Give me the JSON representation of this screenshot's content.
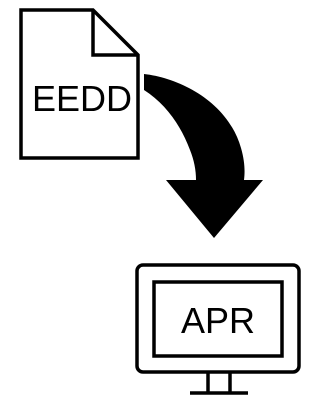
{
  "diagram": {
    "source": {
      "label": "EEDD",
      "icon": "document-icon"
    },
    "flow": {
      "icon": "curved-arrow-down-icon",
      "direction": "source-to-target"
    },
    "target": {
      "label": "APR",
      "icon": "monitor-icon"
    },
    "colors": {
      "stroke": "#000000",
      "fill": "#ffffff",
      "text": "#000000"
    }
  }
}
